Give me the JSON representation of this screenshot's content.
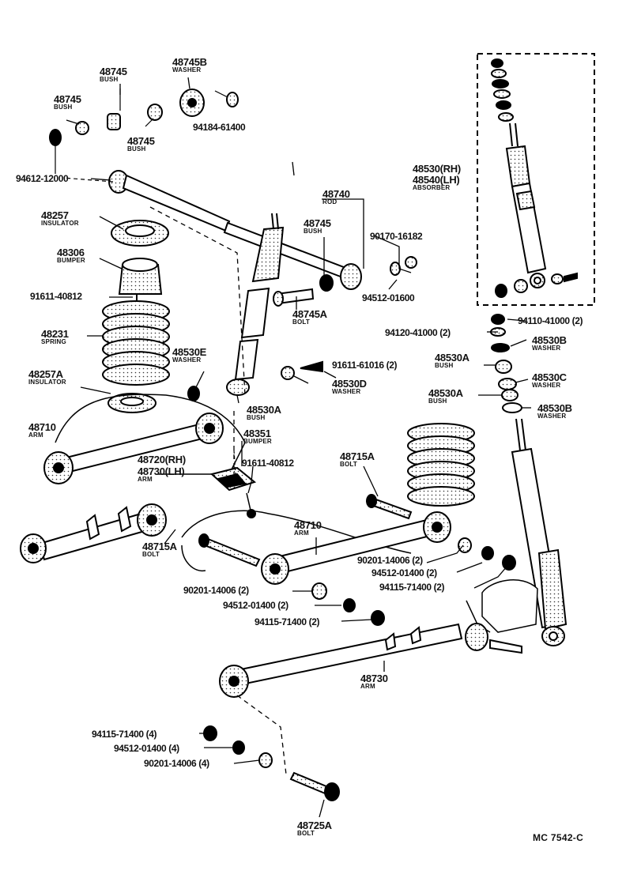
{
  "diagram": {
    "code": "MC 7542-C",
    "parts": [
      {
        "id": "p0",
        "number": "48745",
        "name": "BUSH"
      },
      {
        "id": "p1",
        "number": "48745B",
        "name": "WASHER"
      },
      {
        "id": "p2",
        "number": "48745",
        "name": "BUSH"
      },
      {
        "id": "p3",
        "number": "94184-61400",
        "name": ""
      },
      {
        "id": "p4",
        "number": "48745",
        "name": "BUSH"
      },
      {
        "id": "p5",
        "number": "94612-12000",
        "name": ""
      },
      {
        "id": "p6",
        "number": "48530(RH)",
        "name": ""
      },
      {
        "id": "p7",
        "number": "48540(LH)",
        "name": "ABSORBER"
      },
      {
        "id": "p8",
        "number": "48740",
        "name": "ROD"
      },
      {
        "id": "p9",
        "number": "48257",
        "name": "INSULATOR"
      },
      {
        "id": "p10",
        "number": "48745",
        "name": "BUSH"
      },
      {
        "id": "p11",
        "number": "90170-16182",
        "name": ""
      },
      {
        "id": "p12",
        "number": "48306",
        "name": "BUMPER"
      },
      {
        "id": "p13",
        "number": "94512-01600",
        "name": ""
      },
      {
        "id": "p14",
        "number": "91611-40812",
        "name": ""
      },
      {
        "id": "p15",
        "number": "48745A",
        "name": "BOLT"
      },
      {
        "id": "p16",
        "number": "94110-41000 (2)",
        "name": ""
      },
      {
        "id": "p17",
        "number": "94120-41000 (2)",
        "name": ""
      },
      {
        "id": "p18",
        "number": "48231",
        "name": "SPRING"
      },
      {
        "id": "p19",
        "number": "48530B",
        "name": "WASHER"
      },
      {
        "id": "p20",
        "number": "48530E",
        "name": "WASHER"
      },
      {
        "id": "p21",
        "number": "91611-61016 (2)",
        "name": ""
      },
      {
        "id": "p22",
        "number": "48530A",
        "name": "BUSH"
      },
      {
        "id": "p23",
        "number": "48257A",
        "name": "INSULATOR"
      },
      {
        "id": "p24",
        "number": "48530D",
        "name": "WASHER"
      },
      {
        "id": "p25",
        "number": "48530C",
        "name": "WASHER"
      },
      {
        "id": "p26",
        "number": "48530A",
        "name": "BUSH"
      },
      {
        "id": "p27",
        "number": "48530A",
        "name": "BUSH"
      },
      {
        "id": "p28",
        "number": "48530B",
        "name": "WASHER"
      },
      {
        "id": "p29",
        "number": "48710",
        "name": "ARM"
      },
      {
        "id": "p30",
        "number": "48351",
        "name": "BUMPER"
      },
      {
        "id": "p31",
        "number": "48720(RH)",
        "name": ""
      },
      {
        "id": "p32",
        "number": "48730(LH)",
        "name": "ARM"
      },
      {
        "id": "p33",
        "number": "91611-40812",
        "name": ""
      },
      {
        "id": "p34",
        "number": "48715A",
        "name": "BOLT"
      },
      {
        "id": "p35",
        "number": "48710",
        "name": "ARM"
      },
      {
        "id": "p36",
        "number": "48715A",
        "name": "BOLT"
      },
      {
        "id": "p37",
        "number": "90201-14006 (2)",
        "name": ""
      },
      {
        "id": "p38",
        "number": "94512-01400 (2)",
        "name": ""
      },
      {
        "id": "p39",
        "number": "90201-14006 (2)",
        "name": ""
      },
      {
        "id": "p40",
        "number": "94115-71400 (2)",
        "name": ""
      },
      {
        "id": "p41",
        "number": "94512-01400 (2)",
        "name": ""
      },
      {
        "id": "p42",
        "number": "94115-71400 (2)",
        "name": ""
      },
      {
        "id": "p43",
        "number": "48730",
        "name": "ARM"
      },
      {
        "id": "p44",
        "number": "94115-71400 (4)",
        "name": ""
      },
      {
        "id": "p45",
        "number": "94512-01400 (4)",
        "name": ""
      },
      {
        "id": "p46",
        "number": "90201-14006 (4)",
        "name": ""
      },
      {
        "id": "p47",
        "number": "48725A",
        "name": "BOLT"
      }
    ]
  }
}
